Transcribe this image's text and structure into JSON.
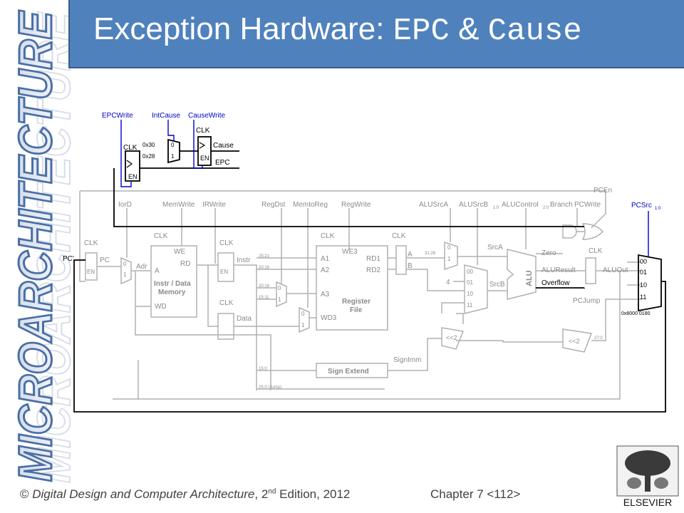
{
  "sidebar": {
    "title": "MICROARCHITECTURE"
  },
  "title": {
    "text": "Exception Hardware: ",
    "code1": "EPC",
    "amp": " & ",
    "code2": "Cause"
  },
  "footer": {
    "copyright": "© ",
    "book": "Digital Design and Computer Architecture",
    "edition_num": ", 2",
    "edition_sup": "nd",
    "edition_rest": " Edition, 2012",
    "chapter": "Chapter 7 <112>"
  },
  "logo": {
    "text": "ELSEVIER"
  },
  "colors": {
    "title_bg": "#4f81bd",
    "new_hw": "#000000",
    "old_hw": "#b0b0b0",
    "signal_blue": "#0000cc"
  },
  "exception_hw": {
    "epcwrite": "EPCWrite",
    "intcause": "IntCause",
    "causewrite": "CauseWrite",
    "clk": "CLK",
    "en": "EN",
    "cause": "Cause",
    "epc": "EPC",
    "c30": "0x30",
    "c28": "0x28",
    "m0": "0",
    "m1": "1"
  },
  "datapath": {
    "iord": "IorD",
    "memwrite": "MemWrite",
    "irwrite": "IRWrite",
    "regdst": "RegDst",
    "memtoreg": "MemtoReg",
    "regwrite": "RegWrite",
    "alusrca": "ALUSrcA",
    "alusrcb": "ALUSrcB",
    "alusrcb_sub": "1:0",
    "alucontrol": "ALUControl",
    "alucontrol_sub": "2:0",
    "branch": "Branch",
    "pcwrite": "PCWrite",
    "pcen": "PCEn",
    "pcsrc": "PCSrc",
    "pcsrc_sub": "1:0",
    "clk": "CLK",
    "en": "EN",
    "pcprime": "PC'",
    "pc": "PC",
    "adr": "Adr",
    "a": "A",
    "we": "WE",
    "rd": "RD",
    "mem1": "Instr / Data",
    "mem2": "Memory",
    "wd": "WD",
    "instr": "Instr",
    "data": "Data",
    "b2521": "25:21",
    "b2016": "20:16",
    "b2016b": "20:16",
    "b1511": "15:11",
    "b150": "15:0",
    "b250": "25:0 (Jump)",
    "b3128": "31:28",
    "b270": "27:0",
    "a1": "A1",
    "a2": "A2",
    "a3": "A3",
    "we3": "WE3",
    "wd3": "WD3",
    "rd1": "RD1",
    "rd2": "RD2",
    "rf1": "Register",
    "rf2": "File",
    "ra": "A",
    "rb": "B",
    "srca": "SrcA",
    "srcb": "SrcB",
    "four": "4",
    "s00": "00",
    "s01": "01",
    "s10": "10",
    "s11": "11",
    "alu": "ALU",
    "zero": "Zero",
    "aluresult": "ALUResult",
    "overflow": "Overflow",
    "aluout": "ALUOut",
    "pcjump": "PCJump",
    "signimm": "SignImm",
    "signext": "Sign Extend",
    "sl2": "<<2",
    "sl2b": "<<2",
    "const": "0x8000 0180",
    "m0": "0",
    "m1": "1"
  }
}
